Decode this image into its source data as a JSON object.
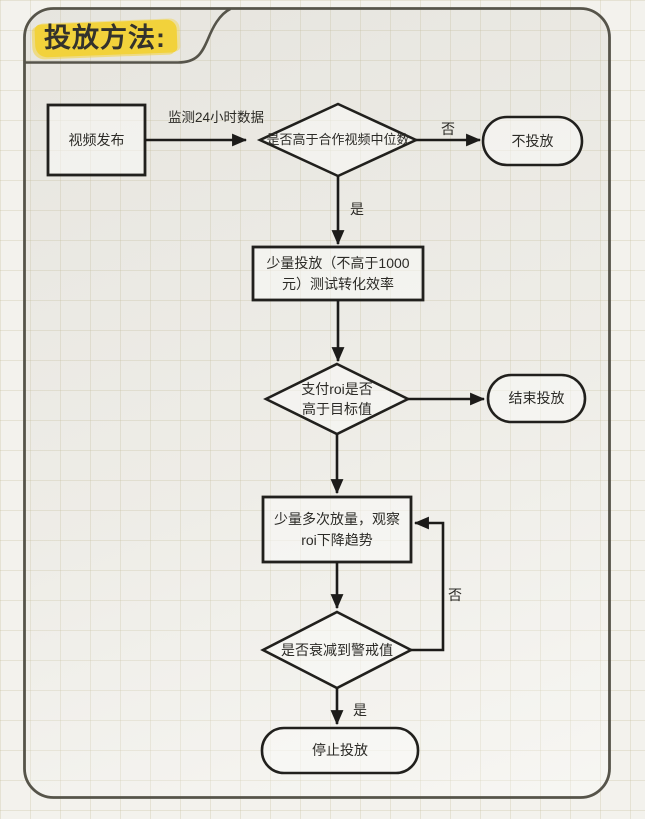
{
  "title": "投放方法:",
  "colors": {
    "highlight_yellow": "#f2d23b",
    "ink": "#21201d",
    "frame_border": "#56544a",
    "paper": "#f3f2ed"
  },
  "nodes": {
    "publish": {
      "label": "视频发布"
    },
    "check_median": {
      "label": "是否高于合作视频中位数"
    },
    "no_deliver": {
      "label": "不投放"
    },
    "small_test": {
      "lines": [
        "少量投放（不高于1000",
        "元）测试转化效率"
      ]
    },
    "roi_check": {
      "lines": [
        "支付roi是否",
        "高于目标值"
      ]
    },
    "end_deliver": {
      "label": "结束投放"
    },
    "scale_up": {
      "lines": [
        "少量多次放量，观察",
        "roi下降趋势"
      ]
    },
    "decay_check": {
      "label": "是否衰减到警戒值"
    },
    "stop_deliver": {
      "label": "停止投放"
    }
  },
  "edge_labels": {
    "monitor_24h": "监测24小时数据",
    "no_top": "否",
    "yes_mid": "是",
    "no_loop": "否",
    "yes_bottom": "是"
  }
}
